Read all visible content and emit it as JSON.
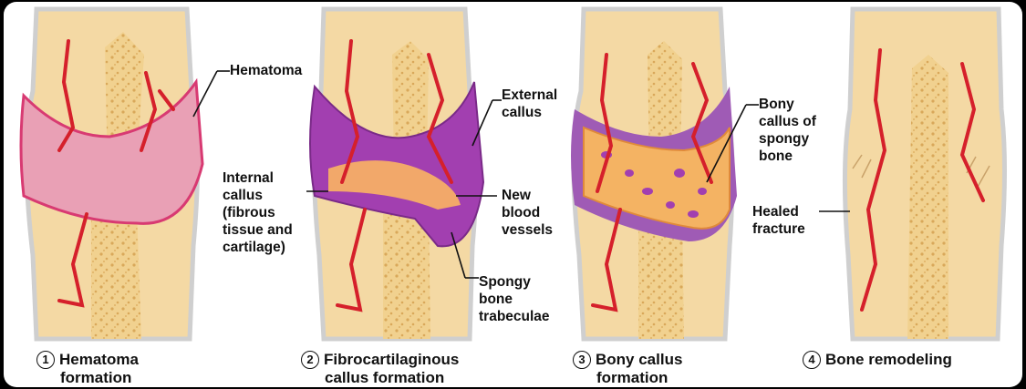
{
  "panels": [
    {
      "step": "1",
      "caption_line1": "Hematoma",
      "caption_line2": "formation"
    },
    {
      "step": "2",
      "caption_line1": "Fibrocartilaginous",
      "caption_line2": "callus formation"
    },
    {
      "step": "3",
      "caption_line1": "Bony callus",
      "caption_line2": "formation"
    },
    {
      "step": "4",
      "caption_line1": "Bone remodeling",
      "caption_line2": ""
    }
  ],
  "labels": {
    "hematoma": "Hematoma",
    "external_callus": "External\ncallus",
    "internal_callus": "Internal\ncallus\n(fibrous\ntissue and\ncartilage)",
    "new_blood_vessels": "New\nblood\nvessels",
    "spongy_bone_trabeculae": "Spongy\nbone\ntrabeculae",
    "bony_callus": "Bony\ncallus of\nspongy\nbone",
    "healed_fracture": "Healed\nfracture"
  },
  "colors": {
    "bone": "#F4D9A4",
    "bone_edge": "#D9B87A",
    "marrow": "#E9C27A",
    "hematoma": "#E9A0B5",
    "hematoma_edge": "#D83A72",
    "vessel": "#D5202B",
    "fibrocartilage": "#A23FB0",
    "bony_callus": "#F4B363",
    "periosteum": "#D9D9D9"
  }
}
